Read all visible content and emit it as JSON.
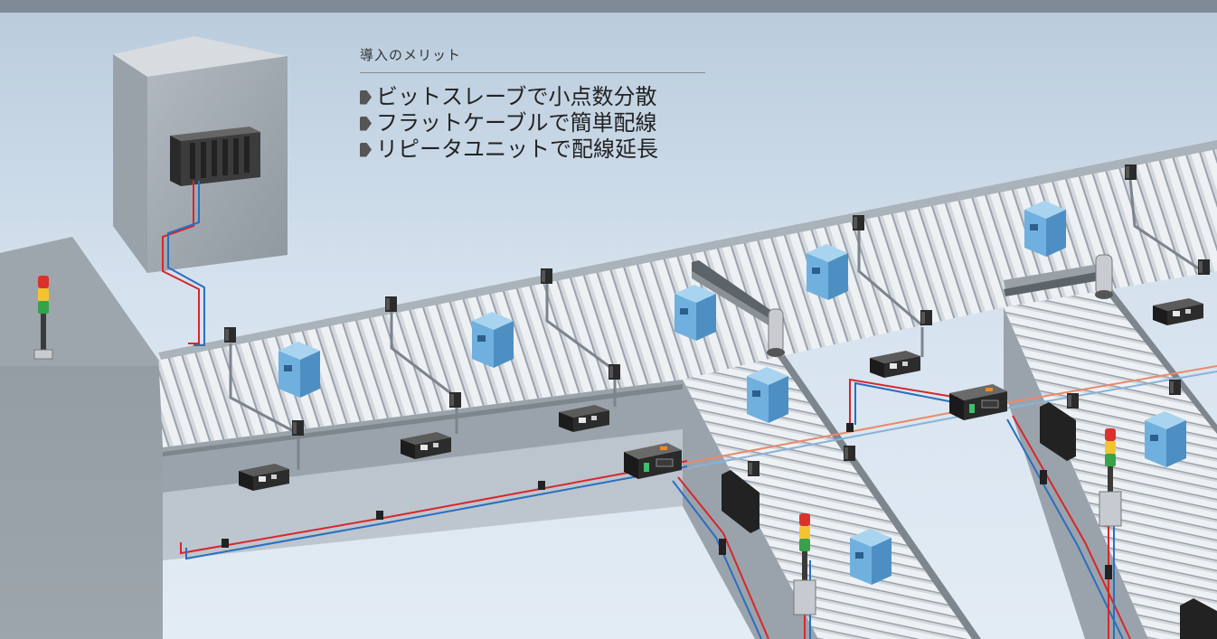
{
  "merits": {
    "heading": "導入のメリット",
    "items": [
      "ビットスレーブで小点数分散",
      "フラットケーブルで簡単配線",
      "リピータユニットで配線延長"
    ]
  },
  "colors": {
    "cable_red": "#d8262b",
    "cable_blue": "#2a6fbf",
    "box_blue": "#5f9fd0",
    "conveyor_gray": "#c5cad0",
    "slave_black": "#222222"
  },
  "icons": [
    "control-cabinet-icon",
    "plc-unit-icon",
    "signal-tower-icon",
    "photoelectric-sensor-icon",
    "bit-slave-unit-icon",
    "repeater-unit-icon",
    "cardboard-box-icon",
    "pusher-arm-icon"
  ]
}
